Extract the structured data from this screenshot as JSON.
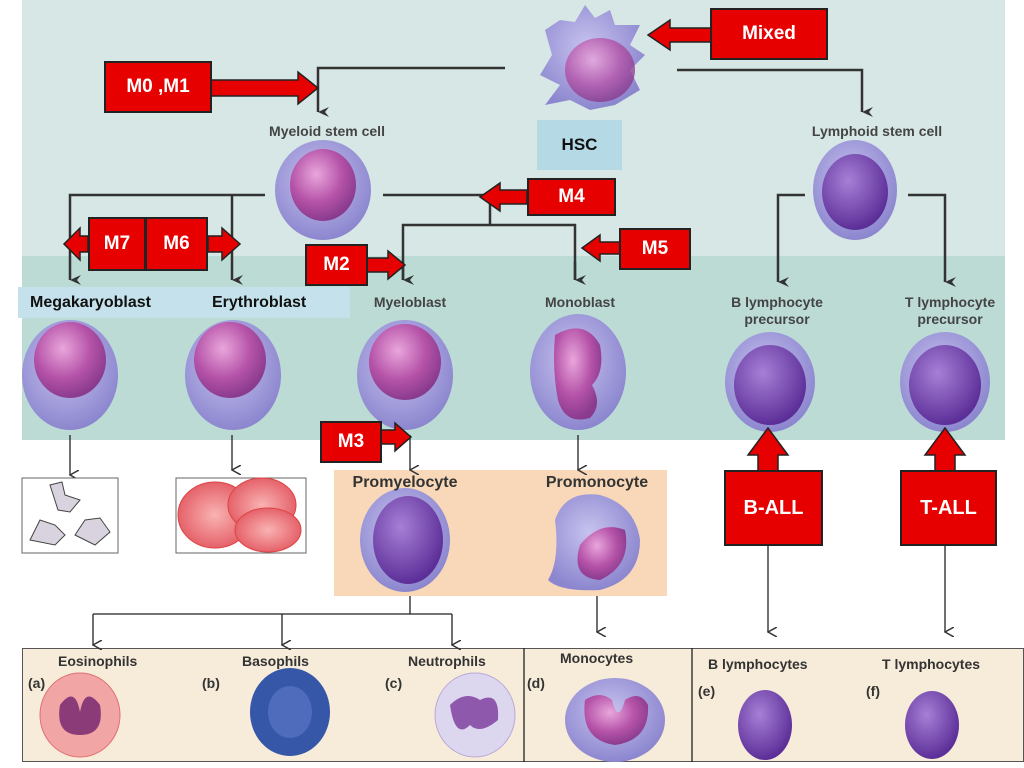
{
  "nodes": {
    "hsc": "HSC",
    "myeloid_stem_cell": "Myeloid stem cell",
    "lymphoid_stem_cell": "Lymphoid stem cell",
    "megakaryoblast": "Megakaryoblast",
    "erythroblast": "Erythroblast",
    "myeloblast": "Myeloblast",
    "monoblast": "Monoblast",
    "b_precursor": [
      "B lymphocyte",
      "precursor"
    ],
    "t_precursor": [
      "T lymphocyte",
      "precursor"
    ],
    "promyelocyte": "Promyelocyte",
    "promonocyte": "Promonocyte"
  },
  "mature": [
    {
      "letter": "(a)",
      "label": "Eosinophils"
    },
    {
      "letter": "(b)",
      "label": "Basophils"
    },
    {
      "letter": "(c)",
      "label": "Neutrophils"
    },
    {
      "letter": "(d)",
      "label": "Monocytes"
    },
    {
      "letter": "(e)",
      "label": "B lymphocytes"
    },
    {
      "letter": "(f)",
      "label": "T lymphocytes"
    }
  ],
  "leukemia_labels": {
    "mixed": "Mixed",
    "m0_m1": "M0 ,M1",
    "m2": "M2",
    "m3": "M3",
    "m4": "M4",
    "m5": "M5",
    "m6": "M6",
    "m7": "M7",
    "b_all": "B-ALL",
    "t_all": "T-ALL"
  },
  "colors": {
    "label_red": "#e60000",
    "cell_purple": "#8a5cc0",
    "panel_teal": "#bcdbd5",
    "panel_peach": "#f8d8b8"
  }
}
